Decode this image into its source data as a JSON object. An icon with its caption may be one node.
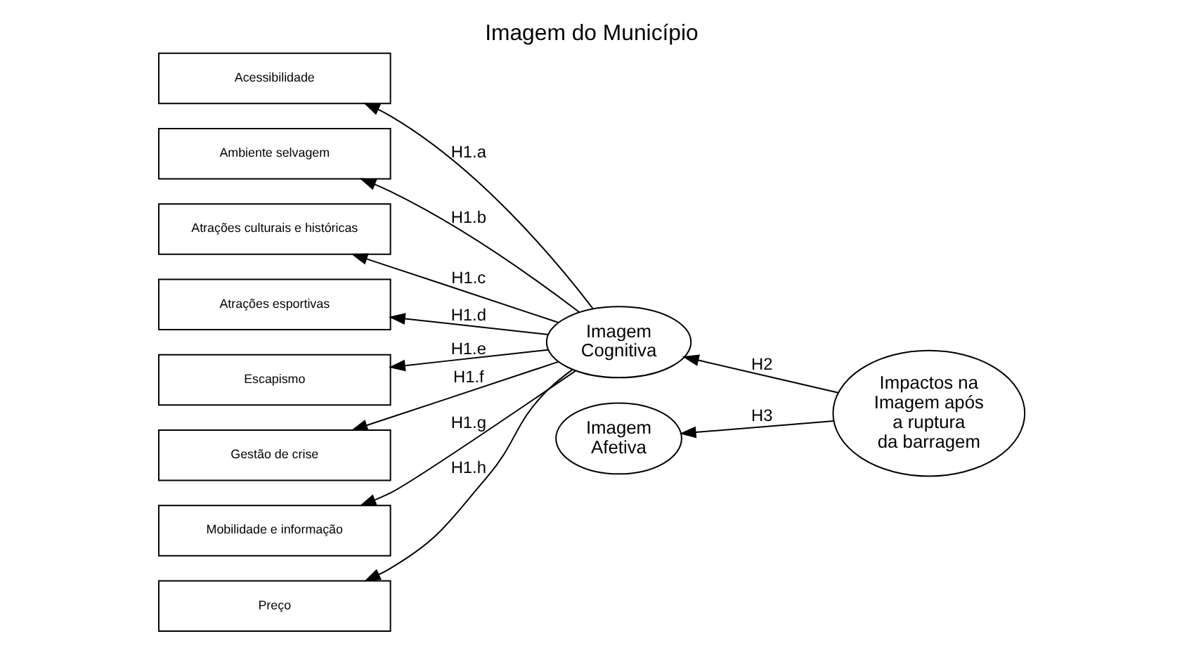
{
  "diagram": {
    "title": "Imagem do Município",
    "nodes": [
      {
        "text": [
          "Acessibilidade"
        ]
      },
      {
        "text": [
          "Ambiente selvagem"
        ]
      },
      {
        "text": [
          "Atrações culturais e históricas"
        ]
      },
      {
        "text": [
          "Atrações esportivas"
        ]
      },
      {
        "text": [
          "Escapismo"
        ]
      },
      {
        "text": [
          "Gestão de crise"
        ]
      },
      {
        "text": [
          "Mobilidade e informação"
        ]
      },
      {
        "text": [
          "Preço"
        ]
      },
      {
        "text": [
          "Imagem Cognitiva"
        ]
      },
      {
        "text": [
          "Imagem Afetiva"
        ]
      },
      {
        "text": [
          "Impactos na Imagem após a ruptura da barragem"
        ]
      }
    ],
    "edges": [
      {
        "from": 8,
        "to": 0,
        "arrow": "to",
        "label": "H1.a"
      },
      {
        "from": 8,
        "to": 1,
        "arrow": "to",
        "label": "H1.b"
      },
      {
        "from": 8,
        "to": 2,
        "arrow": "to",
        "label": "H1.c"
      },
      {
        "from": 8,
        "to": 3,
        "arrow": "to",
        "label": "H1.d"
      },
      {
        "from": 8,
        "to": 4,
        "arrow": "to",
        "label": "H1.e"
      },
      {
        "from": 8,
        "to": 5,
        "arrow": "to",
        "label": "H1.f"
      },
      {
        "from": 8,
        "to": 6,
        "arrow": "to",
        "label": "H1.g"
      },
      {
        "from": 8,
        "to": 7,
        "arrow": "to",
        "label": "H1.h"
      },
      {
        "from": 10,
        "to": 8,
        "arrow": "to",
        "label": "H2"
      },
      {
        "from": 10,
        "to": 9,
        "arrow": "to",
        "label": "H3"
      }
    ]
  }
}
